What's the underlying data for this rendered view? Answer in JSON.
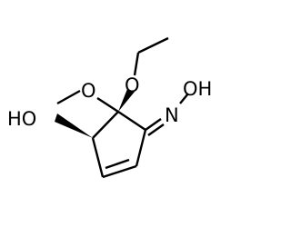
{
  "molecule": {
    "atoms": {
      "hydroxyl_left": "HO",
      "methoxy_oxygen": "O",
      "ethoxy_oxygen": "O",
      "oxime_nitrogen": "N",
      "oxime_hydroxyl": "OH"
    },
    "bond_color": "#000000",
    "background": "#ffffff"
  }
}
